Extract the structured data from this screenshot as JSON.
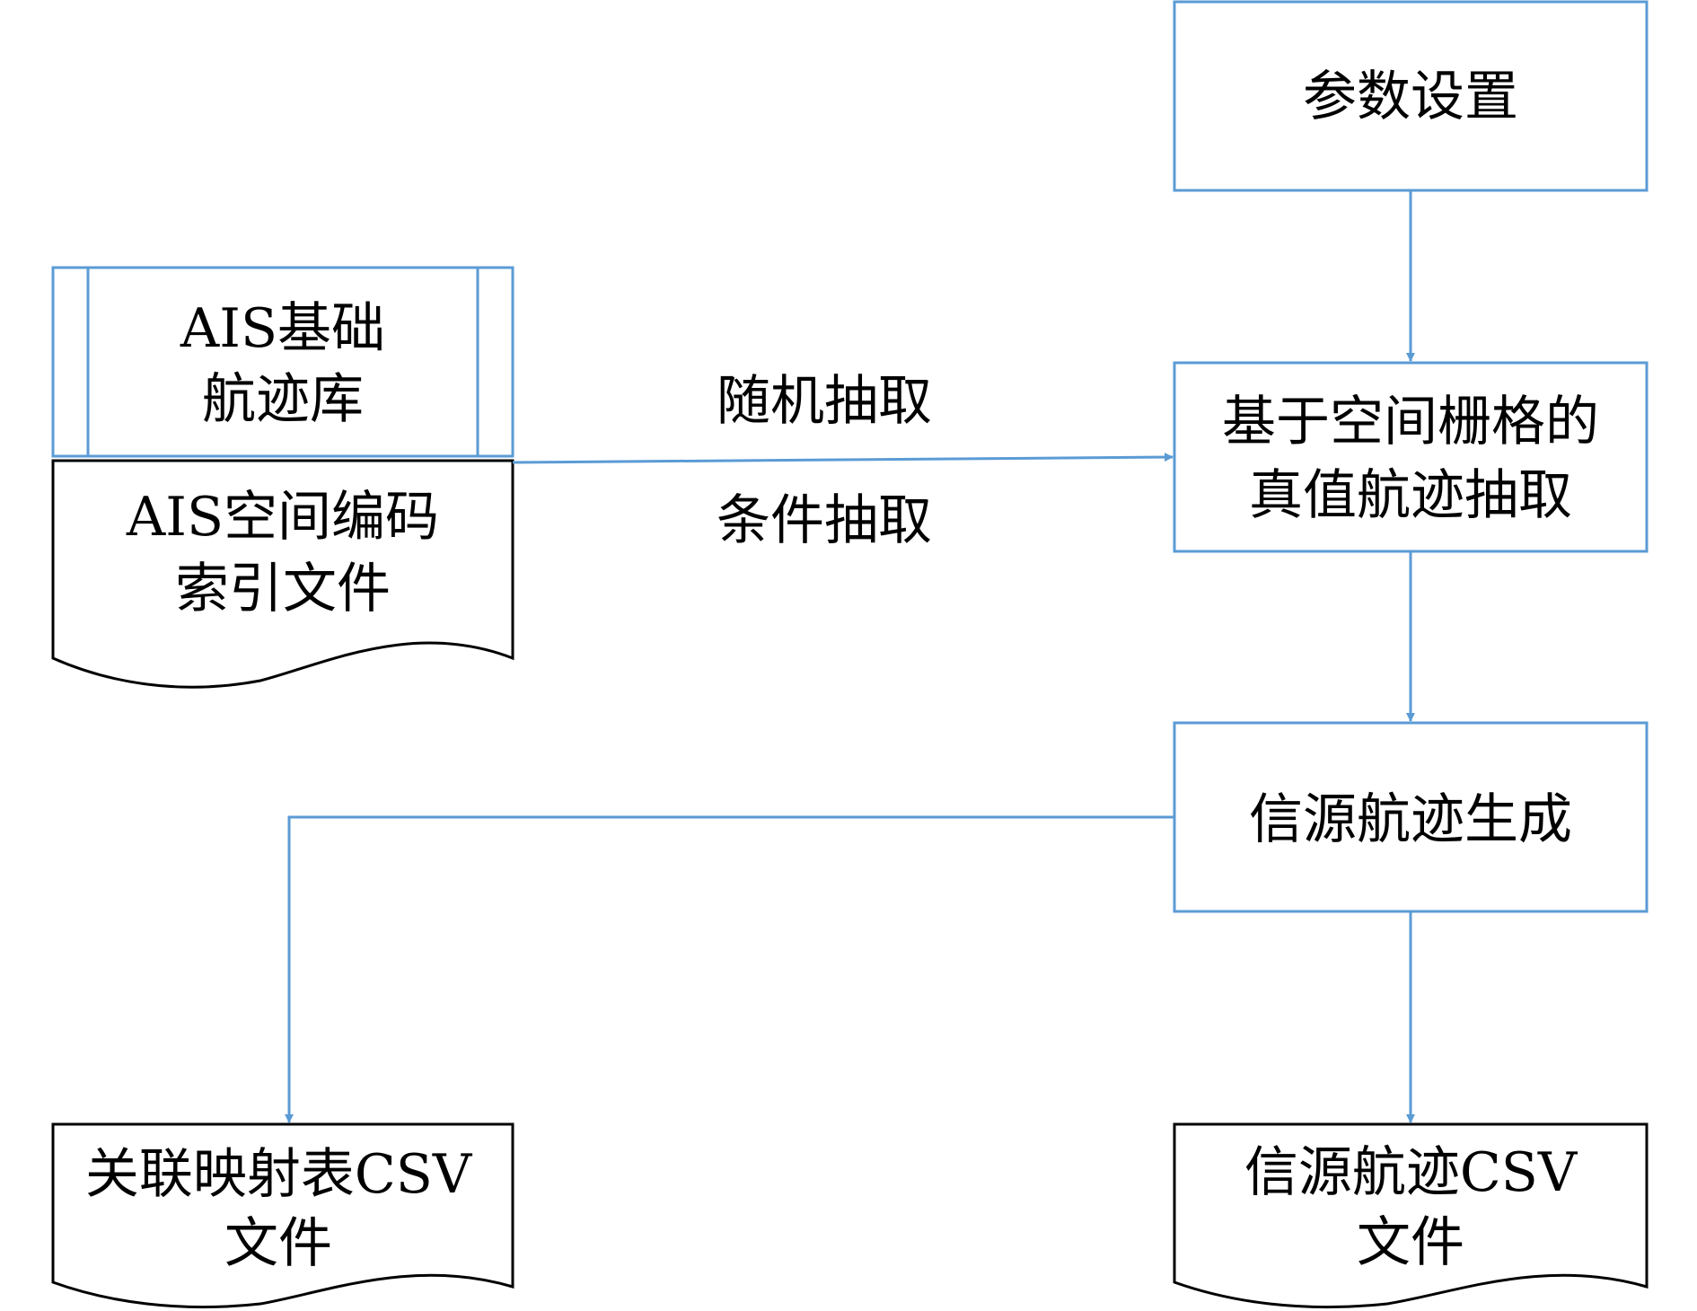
{
  "colors": {
    "box_stroke": "#5b9bd5",
    "doc_stroke": "#000000",
    "arrow": "#5b9bd5",
    "text": "#000000",
    "background": "#ffffff"
  },
  "nodes": {
    "param_settings": {
      "line1": "参数设置"
    },
    "grid_extraction": {
      "line1": "基于空间栅格的",
      "line2": "真值航迹抽取"
    },
    "source_generation": {
      "line1": "信源航迹生成"
    },
    "ais_base_db": {
      "line1": "AIS基础",
      "line2": "航迹库"
    },
    "ais_index_file": {
      "line1": "AIS空间编码",
      "line2": "索引文件"
    },
    "mapping_csv": {
      "line1": "关联映射表CSV",
      "line2": "文件"
    },
    "source_csv": {
      "line1": "信源航迹CSV",
      "line2": "文件"
    }
  },
  "edges": {
    "random_extract": "随机抽取",
    "condition_extract": "条件抽取"
  }
}
